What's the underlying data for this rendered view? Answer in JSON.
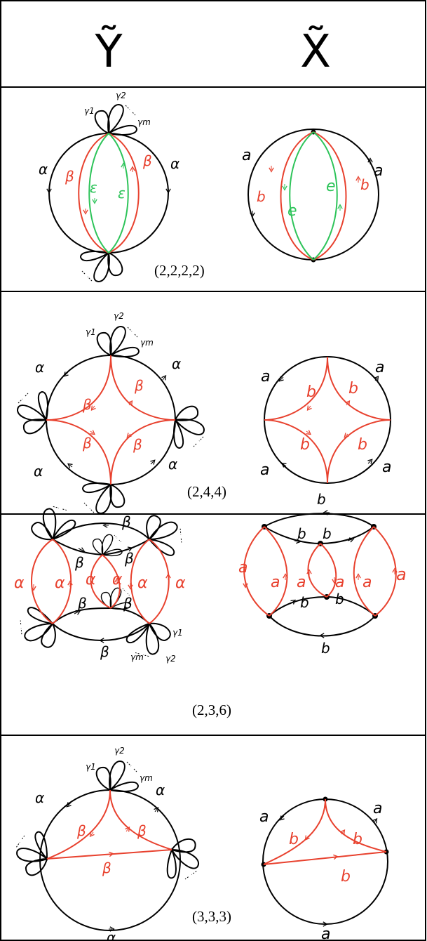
{
  "header": {
    "left_title": "Ỹ",
    "right_title": "X̃"
  },
  "rows": [
    {
      "caption": "(2,2,2,2)",
      "left": {
        "alpha": "α",
        "beta": "β",
        "epsilon": "ε",
        "gamma1": "γ1",
        "gamma2": "γ2",
        "gammam": "γm"
      },
      "right": {
        "a": "a",
        "b": "b",
        "e": "e"
      }
    },
    {
      "caption": "(2,4,4)",
      "left": {
        "alpha": "α",
        "beta": "β",
        "gamma1": "γ1",
        "gamma2": "γ2",
        "gammam": "γm"
      },
      "right": {
        "a": "a",
        "b": "b"
      }
    },
    {
      "caption": "(2,3,6)",
      "left": {
        "alpha": "α",
        "beta": "β",
        "gamma1": "γ1",
        "gamma2": "γ2",
        "gammam": "γm"
      },
      "right": {
        "a": "a",
        "b": "b"
      }
    },
    {
      "caption": "(3,3,3)",
      "left": {
        "alpha": "α",
        "beta": "β",
        "gamma1": "γ1",
        "gamma2": "γ2",
        "gammam": "γm"
      },
      "right": {
        "a": "a",
        "b": "b"
      }
    }
  ],
  "colors": {
    "black": "#000000",
    "red": "#e8412e",
    "green": "#2ec45a"
  }
}
